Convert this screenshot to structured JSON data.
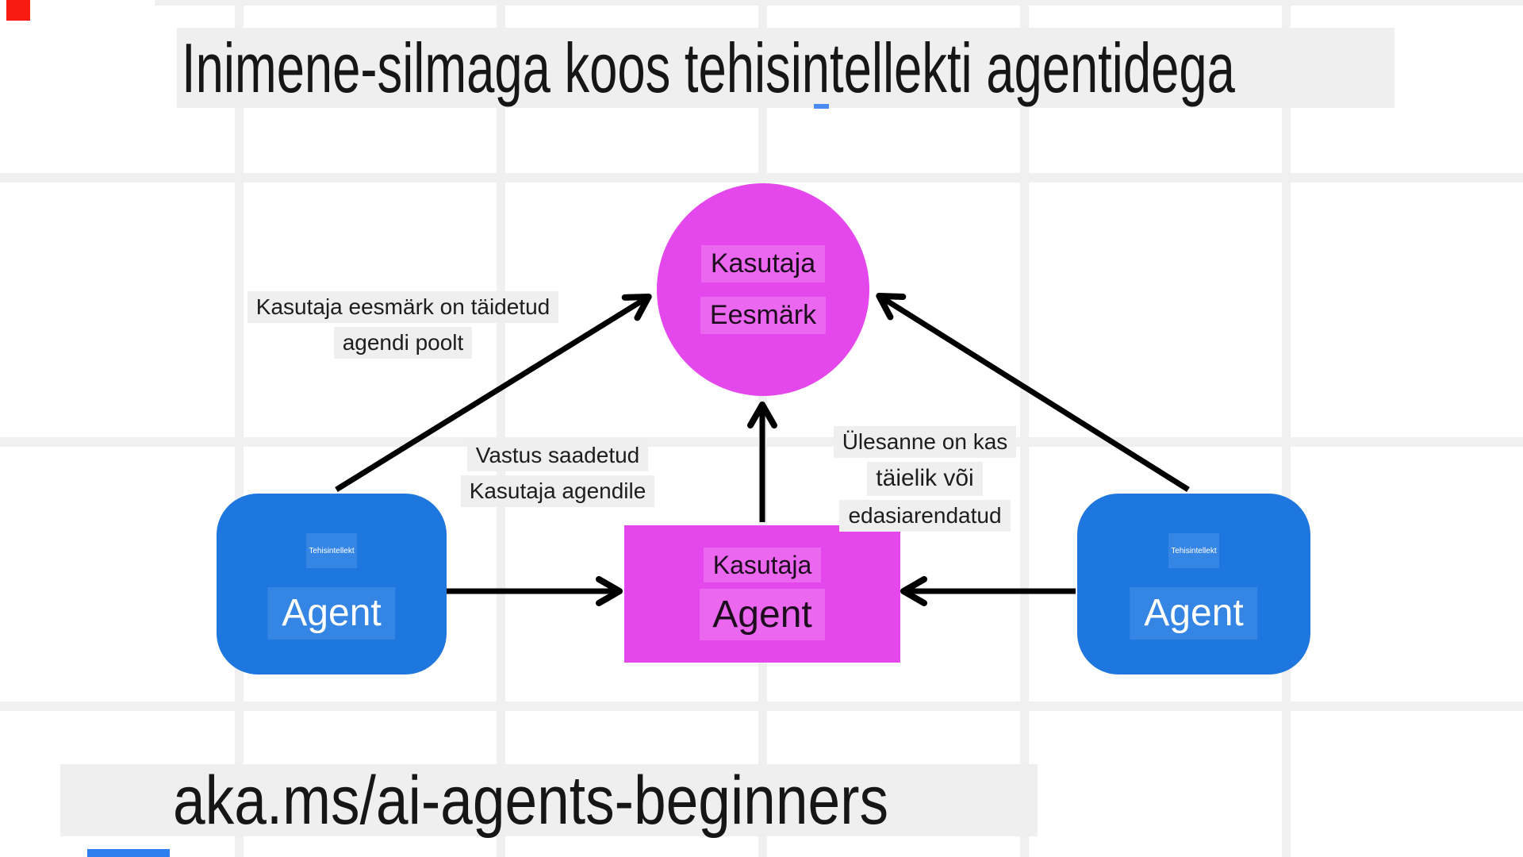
{
  "title": "Inimene-silmaga koos tehisintellekti agentidega",
  "footer_link": "aka.ms/ai-agents-beginners",
  "colors": {
    "magenta": "#e447eb",
    "magenta_highlight": "#eb67ef",
    "blue": "#1e76df",
    "blue_highlight": "#3585e4",
    "highlight_gray": "#efefef",
    "grid_gray": "#f0f0f0",
    "arrow_black": "#000000",
    "red_corner_mark": "#f81c10",
    "blue_cursor_dash": "#4a8af4",
    "blue_bottom_strip": "#2d7ff0"
  },
  "diagram": {
    "goal_circle": {
      "line1": "Kasutaja",
      "line2": "Eesmärk"
    },
    "user_agent_box": {
      "line1": "Kasutaja",
      "line2": "Agent"
    },
    "left_agent_box": {
      "subtitle": "Tehisintellekt",
      "title": "Agent"
    },
    "right_agent_box": {
      "subtitle": "Tehisintellekt",
      "title": "Agent"
    },
    "labels": {
      "left": {
        "line1": "Kasutaja eesmärk on täidetud",
        "line2": "agendi poolt"
      },
      "middle": {
        "line1": "Vastus saadetud",
        "line2": "Kasutaja agendile"
      },
      "right": {
        "line1": "Ülesanne on kas",
        "line2": "täielik või",
        "line3": "edasiarendatud"
      }
    }
  }
}
